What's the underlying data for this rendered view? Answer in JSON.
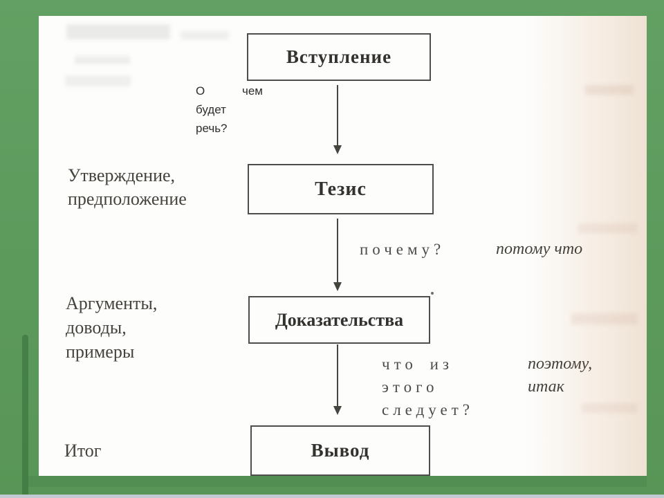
{
  "slide": {
    "frame_color": "#5c9a5c",
    "paper_color": "#fdfdfc",
    "ink_color": "#45443f"
  },
  "diagram": {
    "boxes": {
      "intro": "Вступление",
      "thesis": "Тезис",
      "proof": "Доказательства",
      "conclusion": "Вывод"
    },
    "side_labels": {
      "thesis": {
        "line_1": "Утверждение,",
        "line_2": "предположение"
      },
      "proof": {
        "line_1": "Аргументы,",
        "line_2": "доводы,",
        "line_3": "примеры"
      },
      "conclusion": {
        "line_1": "Итог"
      }
    },
    "note": {
      "word_1": "О",
      "word_2": "чем",
      "line_2": "будет",
      "line_3": "речь?"
    },
    "q1": {
      "question": "почему?",
      "connector": "потому что"
    },
    "q2": {
      "question_line_1": "что из",
      "question_line_2": "этого",
      "question_line_3": "следует?",
      "connector_line_1": "поэтому,",
      "connector_line_2": "итак"
    }
  }
}
